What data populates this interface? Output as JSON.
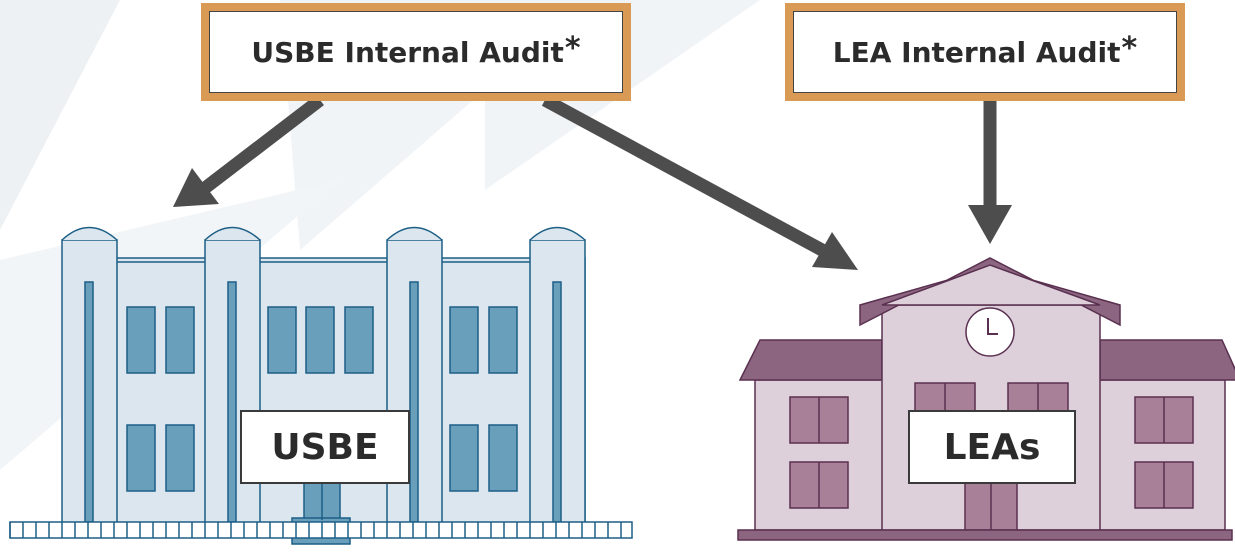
{
  "audit_boxes": {
    "usbe": {
      "label": "USBE Internal Audit",
      "mark": "*"
    },
    "lea": {
      "label": "LEA Internal Audit",
      "mark": "*"
    }
  },
  "buildings": {
    "usbe": {
      "label": "USBE",
      "color": "#dbe6ee",
      "accent": "#6a9fbb"
    },
    "leas": {
      "label": "LEAs",
      "color": "#ddd0da",
      "accent": "#8c6680"
    }
  },
  "colors": {
    "box_border": "#d99a55",
    "arrow": "#4d4d4d"
  }
}
